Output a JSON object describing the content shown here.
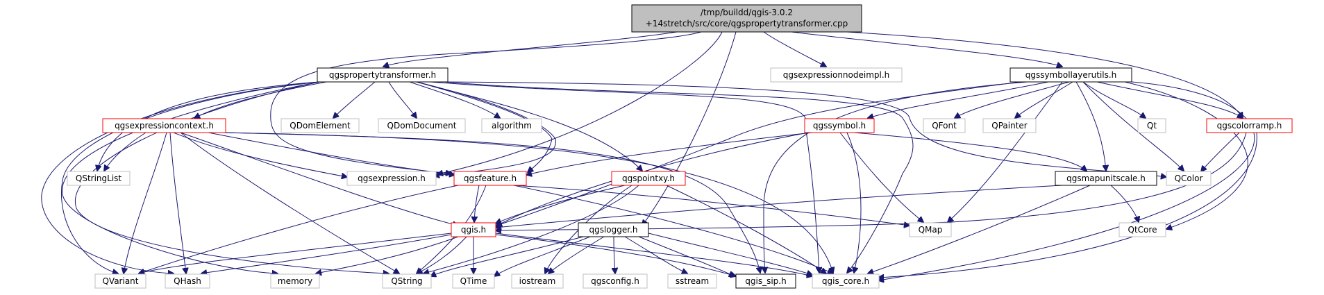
{
  "graph": {
    "root": {
      "line1": "/tmp/buildd/qgis-3.0.2",
      "line2": "+14stretch/src/core/qgspropertytransformer.cpp"
    },
    "colors": {
      "edge": "#191970",
      "root_fill": "#bfbfbf",
      "border_normal": "#000000",
      "border_red": "#ff0000",
      "border_gray": "#bfbfbf"
    },
    "nodes": {
      "propertytransformer": "qgspropertytransformer.h",
      "expressionnodeimpl": "qgsexpressionnodeimpl.h",
      "symbollayerutils": "qgssymbollayerutils.h",
      "expressioncontext": "qgsexpressioncontext.h",
      "qdomelement": "QDomElement",
      "qdomdocument": "QDomDocument",
      "algorithm": "algorithm",
      "qgssymbol": "qgssymbol.h",
      "qfont": "QFont",
      "qpainter": "QPainter",
      "qt": "Qt",
      "colorramp": "qgscolorramp.h",
      "qstringlist": "QStringList",
      "qgsexpression": "qgsexpression.h",
      "qgsfeature": "qgsfeature.h",
      "qgspointxy": "qgspointxy.h",
      "mapunitscale": "qgsmapunitscale.h",
      "qcolor": "QColor",
      "qgis": "qgis.h",
      "qgslogger": "qgslogger.h",
      "qmap": "QMap",
      "qtcore": "QtCore",
      "qvariant": "QVariant",
      "qhash": "QHash",
      "memory": "memory",
      "qstring": "QString",
      "qtime": "QTime",
      "iostream": "iostream",
      "qgsconfig": "qgsconfig.h",
      "sstream": "sstream",
      "qgis_sip": "qgis_sip.h",
      "qgis_core": "qgis_core.h"
    }
  }
}
